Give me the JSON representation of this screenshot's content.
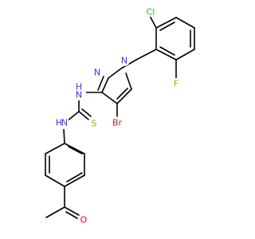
{
  "atoms": {
    "n_pyrazole_1": {
      "label": "N",
      "color": "#3333ff"
    },
    "n_pyrazole_2": {
      "label": "N",
      "color": "#3333ff"
    },
    "cl": {
      "label": "Cl",
      "color": "#22bb22"
    },
    "f": {
      "label": "F",
      "color": "#b3a700"
    },
    "br": {
      "label": "Br",
      "color": "#a52a2a"
    },
    "nh_upper": {
      "label": "H",
      "sublabel": "N",
      "color": "#3333ff"
    },
    "nh_lower": {
      "label": "H",
      "sublabel": "N",
      "color": "#3333ff"
    },
    "s": {
      "label": "S",
      "color": "#b3a700"
    },
    "o": {
      "label": "O",
      "color": "#ff0000"
    }
  }
}
